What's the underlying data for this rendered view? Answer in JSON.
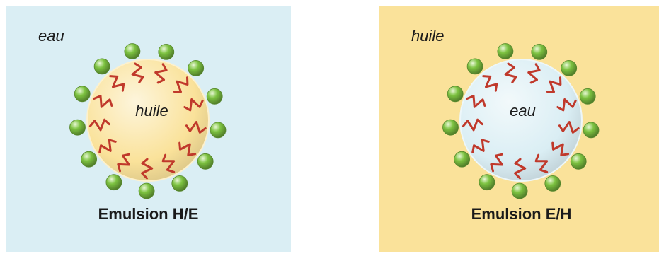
{
  "colors": {
    "water": "#daeef4",
    "oil": "#fae29a",
    "head": "#7cc240",
    "tail": "#c0392b"
  },
  "panels": [
    {
      "medium_label": "eau",
      "core_label": "huile",
      "title": "Emulsion H/E",
      "medium": "water",
      "core": "oil"
    },
    {
      "medium_label": "huile",
      "core_label": "eau",
      "title": "Emulsion E/H",
      "medium": "oil",
      "core": "water"
    }
  ]
}
